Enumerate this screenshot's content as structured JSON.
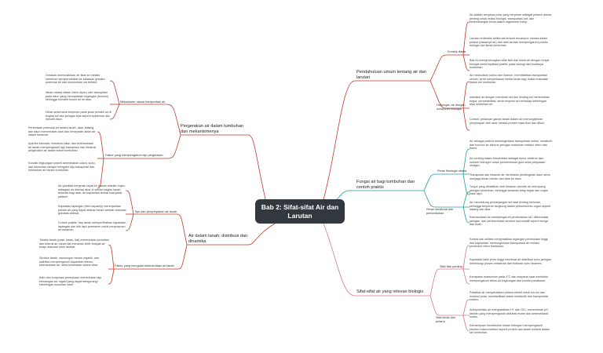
{
  "central": "Bab 2: Sifat-sifat Air dan Larutan",
  "colors": {
    "central_bg": "#33383f",
    "topic_red": "#c0392b",
    "topic_teal": "#2a9d9a",
    "topic_pink": "#d07a8a"
  },
  "topics": {
    "t1": {
      "label": "Pendahuluan umum tentang air dan larutan",
      "subs": {
        "s1": {
          "label": "Konsep dasar",
          "leaves": [
            "Air adalah senyawa polar yang berperan sebagai pelarut utama, penting untuk reaksi biologis, transportasi zat, dan keseimbangan kimia dalam organisme hidup.",
            "Larutan terbentuk ketika zat terlarut tercampur merata dalam pelarut (biasanya air) dan sifat larutan mempengaruhi proses biologis dan kimia tumbuhan.",
            "Bab ini menghubungkan sifat fisik-dan kimia air dengan fungsi biologis serta implikasi praktis pada ekologi dan budidaya tumbuhan."
          ]
        },
        "s2": {
          "label": "Hubungan air dengan komponen biologis",
          "leaves": [
            "Air melarutkan nutrisi dan hormon, memfasilitasi transportasi seluler, serta menyediakan media kimia bagi reaksi enzimatik dalam sel tumbuhan.",
            "Interaksi air dengan membran sel dan dinding sel menentukan turgor, permeabilitas, serta respons sel terhadap kekeringan atau kelebihan air.",
            "Contoh: pelarutan garam tanah dalam air memungkinkan penyerapan oleh akar melalui proses mass flow dan difusi."
          ]
        }
      }
    },
    "t2": {
      "label": "Fungsi air bagi tumbuhan dan contoh praktis",
      "subs": {
        "s1": {
          "label": "Peran fisiologis utama",
          "leaves": [
            "Air sebagai pelarut memungkinkan transportasi nutrisi, metabolit, dan hormon ke seluruh jaringan tumbuhan melalui xilem dan floem.",
            "Air penting dalam fotosintesis sebagai donor elektron dan sumber hidrogen untuk pembentukan gula serta pelepasan oksigen.",
            "Transpirasi dan tekanan air membantu pendinginan daun serta menjaga aliran nutrien dari akar ke daun."
          ]
        },
        "s2": {
          "label": "Peran struktural dan pertumbuhan",
          "leaves": [
            "Turgor yang dihasilkan oleh tekanan osmotik air menopang jaringan tumbuhan, sehingga tanaman tetap tegak dan organ tidak layu.",
            "Air mendukung pemanjangan sel saat dinding melunak, sehingga berperan langsung dalam pertumbuhan organ seperti batang dan akar.",
            "Ketersediaan air mempengaruhi pembelahan sel, diferensiasi jaringan, dan pembentukan struktur reproduktif seperti bunga dan buah."
          ]
        }
      }
    },
    "t3": {
      "label": "Sifat-sifat air yang relevan biologis",
      "subs": {
        "s1": {
          "label": "Sifat fisik penting",
          "leaves": [
            "Kohesi dan adhesi menghasilkan tegangan permukaan tinggi dan kapilaritas, memungkinkan transportasi air melalui pembuluh xilem tumbuhan.",
            "Kapasitas kalor jenis tinggi membuat air stabilkan suhu jaringan, melindungi proses metabolik dari fluktuasi suhu ekstrem.",
            "Kerapatan maksimum pada 4°C dan ekspansi saat membeku mempengaruhi siklus air lingkungan dan kondisi perakaran."
          ]
        },
        "s2": {
          "label": "Sifat kimia dan pelarut",
          "leaves": [
            "Polaritas air menyebabkan pelarut efektif untuk ion-ion dan molekul polar, memfasilitasi reaksi metabolik dan transportasi nutrien.",
            "Autoprotolisis air menghasilkan H+ dan OH-, menentukan pH larutan yang mempengaruhi aktivitas enzim dan ketersediaan nutrisi.",
            "Kemampuan membentuk ikatan hidrogen mempengaruhi struktur makromolekul seperti protein dan asam nukleat dalam sel tumbuhan."
          ]
        }
      }
    },
    "t4": {
      "label": "Pergerakan air dalam tumbuhan dan mekanismenya",
      "subs": {
        "s1": {
          "label": "Mekanisme utama transportasi air",
          "leaves": [
            "Gerakan memindahkan air akar ke melalui membran semipermeabel ke kawasan gradien potensial air dari konsentrasi zat terlarut.",
            "Aliran massa dalam xilem dipicu oleh transpirasi pada daun yang menciptakan tegangan (tension) sehingga menarik kolom air ke atas.",
            "Difusi sederhana berperan pada jarak pendek air di tingkat sel dan jaringan tipis seperti epidermis dan mesofil daun."
          ]
        },
        "s2": {
          "label": "Faktor yang mempengaruhi laju pergerakan",
          "leaves": [
            "Perbedaan potensial air antara tanah, akar, batang, dan daun menentukan arah dan kecepatan aliran air dalam tanaman.",
            "Aperitur stomata, resistensi akar, dan ketersediaan air tanah mempengaruhi laju transpirasi dan efisiensi pergerakan air dalam tubuh tumbuhan.",
            "Kondisi lingkungan seperti kelembaban udara, suhu, dan intensitas cahaya mengatur laju transpirasi dan kebutuhan air harian tumbuhan."
          ]
        }
      }
    },
    "t5": {
      "label": "Air dalam tanah: distribusi dan dinamika",
      "subs": {
        "s1": {
          "label": "Tipe dan penyimpanan air tanah",
          "leaves": [
            "Air gravitasi bergerak cepat ke bawah setelah hujan, sebagian air diserap akar di sekitar bagian tanah tersedia bagi akar, air kapilaritas terikat kuat pada partikel.",
            "Kapasitas lapangan (field capacity) menunjukkan jumlah air yang dapat ditahan tanah setelah drainase gravitasi selesai.",
            "Contoh praktis: tiap tanah memperlihatkan kapasitas lapangan dan titik layu permanen untuk penyusunan air tanaman."
          ]
        },
        "s2": {
          "label": "Faktor yang mengatur ketersediaan air tanah",
          "leaves": [
            "Tekstur tanah (pasir, lanau, liat) menentukan porositas dan retensi air; tanah liat menahan lebih banyak air tetapi drainase lebih lambat.",
            "Struktur tanah, kandungan bahan organik, dan salinitas mempengaruhi kapasitas retensi, ketersediaan air, serta kesehatan sistem akar.",
            "Iklim dan evaporasi permukaan menentukan laju kehilangan air; irigasi yang dapat mengurangi kekeringan musiman lokal."
          ]
        }
      }
    }
  }
}
